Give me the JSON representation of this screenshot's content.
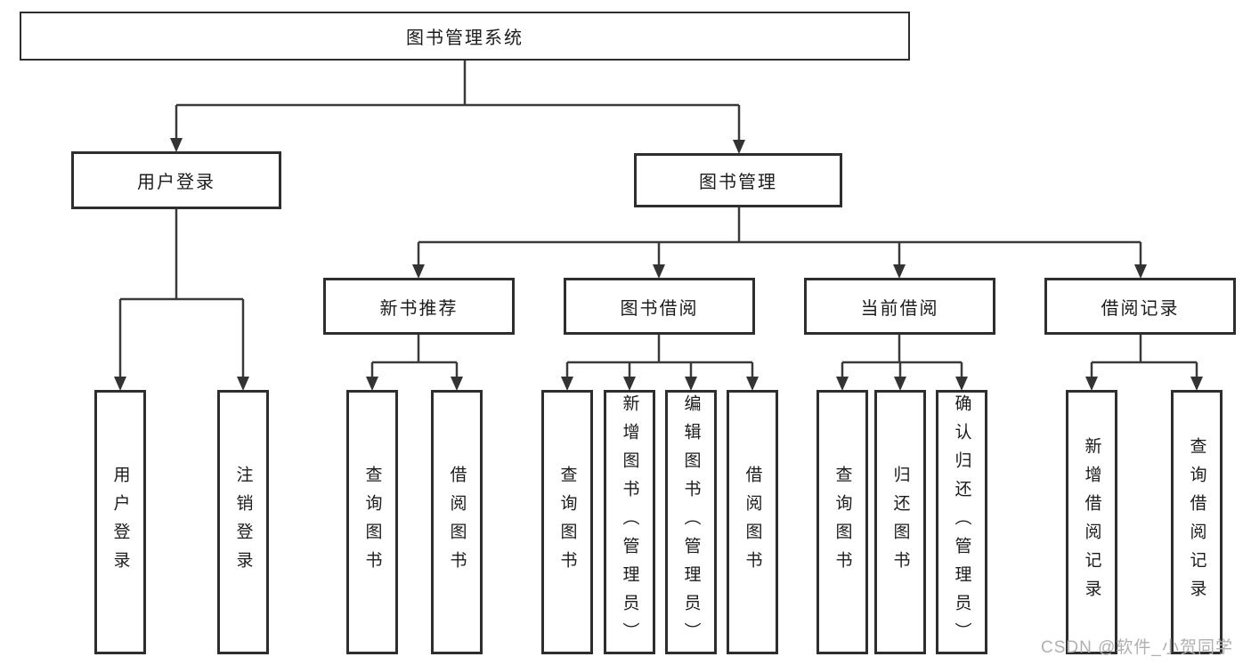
{
  "diagram": {
    "root": {
      "label": "图书管理系统"
    },
    "level2": [
      {
        "label": "用户登录"
      },
      {
        "label": "图书管理"
      }
    ],
    "level3": [
      {
        "label": "新书推荐",
        "parent": "图书管理"
      },
      {
        "label": "图书借阅",
        "parent": "图书管理"
      },
      {
        "label": "当前借阅",
        "parent": "图书管理"
      },
      {
        "label": "借阅记录",
        "parent": "图书管理"
      }
    ],
    "leaves": [
      {
        "label": "用户登录",
        "parent": "用户登录"
      },
      {
        "label": "注销登录",
        "parent": "用户登录"
      },
      {
        "label": "查询图书",
        "parent": "新书推荐"
      },
      {
        "label": "借阅图书",
        "parent": "新书推荐"
      },
      {
        "label": "查询图书",
        "parent": "图书借阅"
      },
      {
        "label": "新增图书（管理员）",
        "parent": "图书借阅"
      },
      {
        "label": "编辑图书（管理员）",
        "parent": "图书借阅"
      },
      {
        "label": "借阅图书",
        "parent": "图书借阅"
      },
      {
        "label": "查询图书",
        "parent": "当前借阅"
      },
      {
        "label": "归还图书",
        "parent": "当前借阅"
      },
      {
        "label": "确认归还（管理员）",
        "parent": "当前借阅"
      },
      {
        "label": "新增借阅记录",
        "parent": "借阅记录"
      },
      {
        "label": "查询借阅记录",
        "parent": "借阅记录"
      }
    ],
    "colors": {
      "line": "#3a3a3a",
      "box_border": "#2e2e2e",
      "text": "#1c1c1c",
      "background": "#ffffff"
    }
  },
  "watermark": {
    "text": "CSDN @软件_小贺同学",
    "color": "#b0b0b0"
  }
}
